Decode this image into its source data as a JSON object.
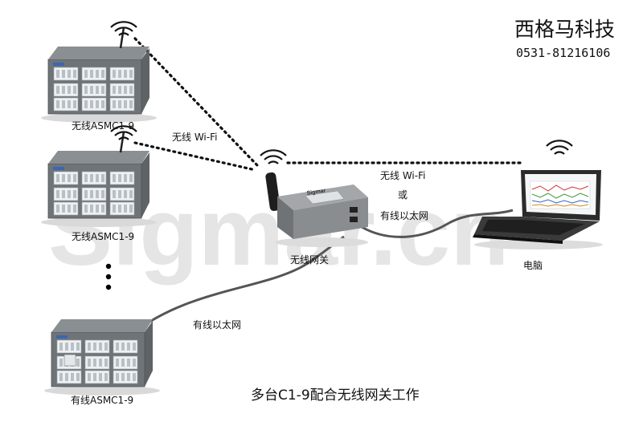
{
  "brand": {
    "company": "西格马科技",
    "phone": "0531-81216106",
    "watermark": "Sigmar.cn"
  },
  "nodes": {
    "device_1": "无线ASMC1-9",
    "device_2": "无线ASMC1-9",
    "device_3": "有线ASMC1-9",
    "gateway": "无线网关",
    "gateway_brand": "Sigmar",
    "computer": "电脑"
  },
  "links": {
    "wifi_left": "无线 Wi-Fi",
    "wifi_right": "无线 Wi-Fi",
    "or": "或",
    "ethernet_right": "有线以太网",
    "ethernet_bottom": "有线以太网"
  },
  "caption": "多台C1-9配合无线网关工作",
  "colors": {
    "device_body": "#6f7478",
    "device_top": "#8a8f93",
    "cable": "#555555",
    "gateway_body": "#8a8d90",
    "laptop": "#2b2b2b",
    "watermark": "#dddddd"
  }
}
